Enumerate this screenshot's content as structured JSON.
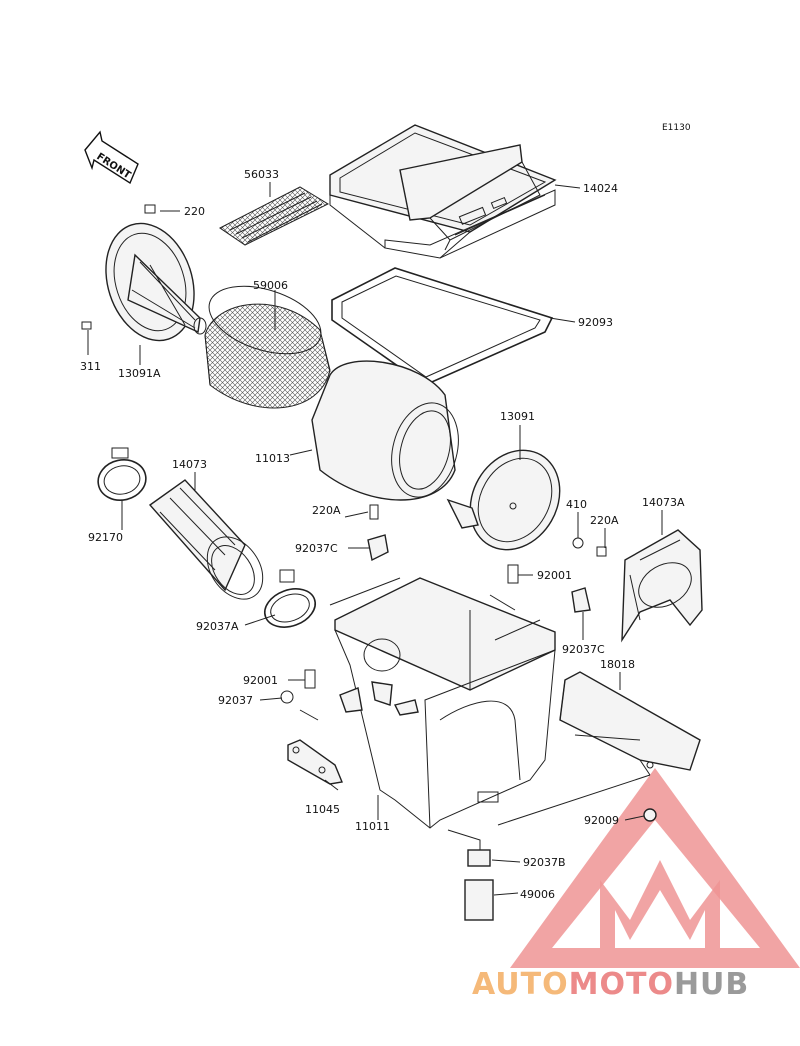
{
  "diagram": {
    "ref_code": "E1130",
    "front_label": "FRONT",
    "labels": {
      "p220": "220",
      "p311": "311",
      "p13091A": "13091A",
      "p56033": "56033",
      "p14024": "14024",
      "p59006": "59006",
      "p92093": "92093",
      "p11013": "11013",
      "p14073": "14073",
      "p92170": "92170",
      "p13091": "13091",
      "p410": "410",
      "p220A_r": "220A",
      "p220A_l": "220A",
      "p14073A": "14073A",
      "p92037C_l": "92037C",
      "p92001_r": "92001",
      "p92037A": "92037A",
      "p92037C_r": "92037C",
      "p18018": "18018",
      "p92001_l": "92001",
      "p92037": "92037",
      "p11045": "11045",
      "p11011": "11011",
      "p92009": "92009",
      "p92037B": "92037B",
      "p49006": "49006"
    }
  },
  "watermark": {
    "part1": "AUTO",
    "part2": "MOTO",
    "part3": "HUB",
    "color_orange": "#f5b979",
    "color_red": "#ec8a8a",
    "color_gray": "#9a9a9a"
  }
}
